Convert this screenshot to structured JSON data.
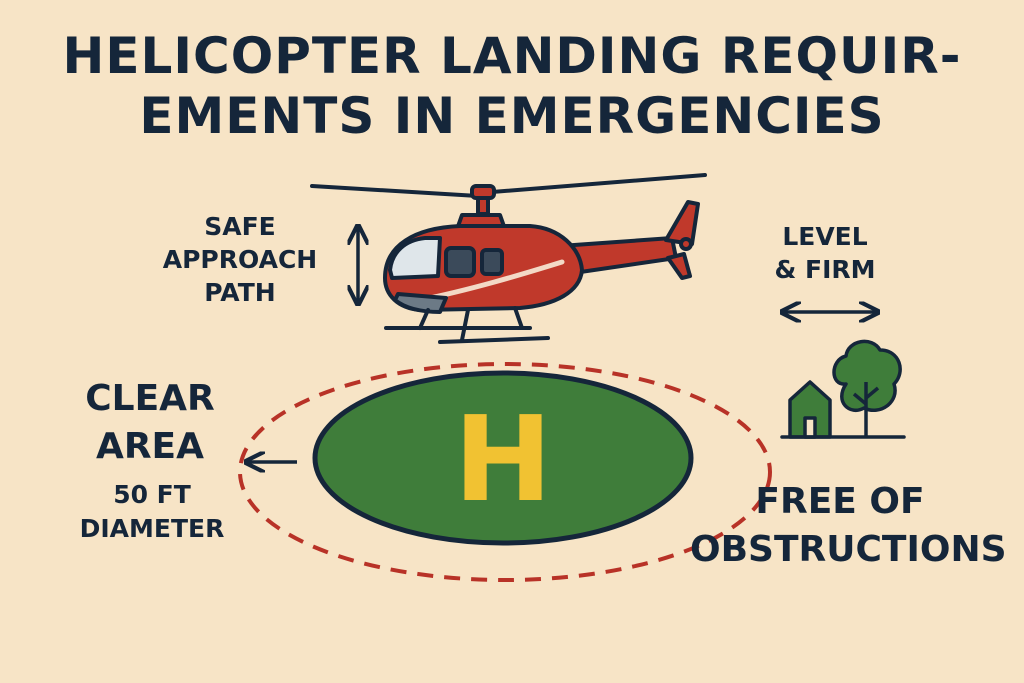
{
  "title": {
    "line1": "HELICOPTER LANDING REQUIR-",
    "line2": "EMENTS IN EMERGENCIES"
  },
  "labels": {
    "approach": [
      "SAFE",
      "APPROACH",
      "PATH"
    ],
    "level": [
      "LEVEL",
      "& FIRM"
    ],
    "clear": [
      "CLEAR",
      "AREA"
    ],
    "diameter": [
      "50 FT",
      "DIAMETER"
    ],
    "free": [
      "FREE OF",
      "OBSTRUCTIONS"
    ]
  },
  "helipad": {
    "marking": "H"
  },
  "icons": [
    "helicopter-icon",
    "helipad-icon",
    "house-icon",
    "tree-icon",
    "vertical-double-arrow-icon",
    "horizontal-double-arrow-icon",
    "left-arrow-icon"
  ],
  "colors": {
    "background": "#f7e4c6",
    "text": "#15263a",
    "helicopter_red": "#c0392b",
    "pad_green": "#3f7d3a",
    "pad_marking_yellow": "#f1c232",
    "dashed_boundary": "#b83227",
    "tree_green": "#3f7d3a"
  }
}
